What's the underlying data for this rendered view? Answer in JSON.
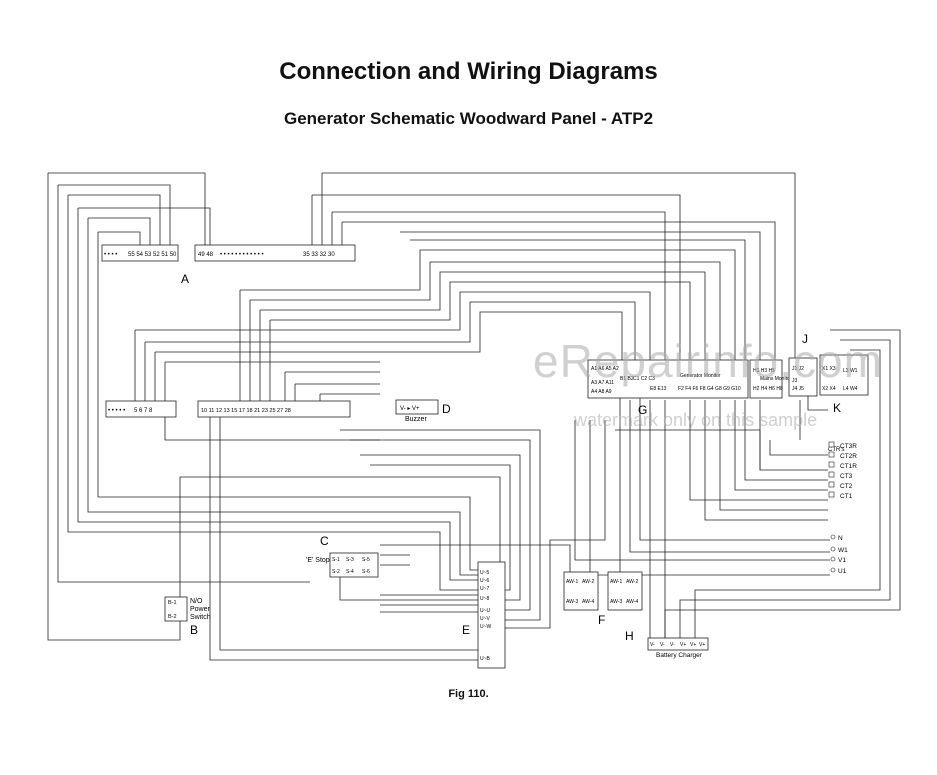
{
  "title": "Connection and Wiring Diagrams",
  "subtitle": "Generator Schematic Woodward Panel - ATP2",
  "caption": "Fig 110.",
  "watermark": "eRepairinfo.com",
  "watermark_note": "watermark only on this sample",
  "colors": {
    "line": "#222222",
    "watermark": "#aaaaaa"
  },
  "components": {
    "A": {
      "letter": "A",
      "left_terminals": "55 54 53 52 51 50",
      "right_terminals_a": "49 48",
      "right_terminals_b": "35 33 32 30"
    },
    "B": {
      "letter": "B",
      "label": "N/O Power Switch",
      "contact_top": "B-1",
      "contact_bottom": "B-2"
    },
    "C": {
      "letter": "C",
      "label": "'E' Stop",
      "contacts": [
        "S-1",
        "S-2",
        "S-3",
        "S-4",
        "S-5",
        "S-6"
      ]
    },
    "D": {
      "letter": "D",
      "label": "Buzzer"
    },
    "E": {
      "letter": "E"
    },
    "F": {
      "letter": "F",
      "relay1": [
        "AW-1",
        "AW-2",
        "AW-3",
        "AW-4"
      ],
      "relay2": [
        "AW-1",
        "AW-2",
        "AW-3",
        "AW-4"
      ]
    },
    "G": {
      "letter": "G",
      "generator_monitor": "Generator Monitor"
    },
    "H": {
      "letter": "H",
      "label": "Battery Charger",
      "terminals": [
        "V-",
        "V-",
        "V-",
        "V+",
        "V+",
        "V+"
      ]
    },
    "J": {
      "letter": "J"
    },
    "K": {
      "letter": "K",
      "mains_monitor": "Mains Monitor"
    },
    "lower_strip": {
      "left": "5 6 7 8",
      "right": "10 11 12 13 15 17 18 21 23 25 27 28"
    },
    "ct_labels": [
      "CT3R",
      "CT2R",
      "CT1R",
      "CT3",
      "CT2",
      "CT1"
    ],
    "wl_labels": [
      "N",
      "W1",
      "V1",
      "U1"
    ],
    "ctr_label": "CTR's"
  }
}
